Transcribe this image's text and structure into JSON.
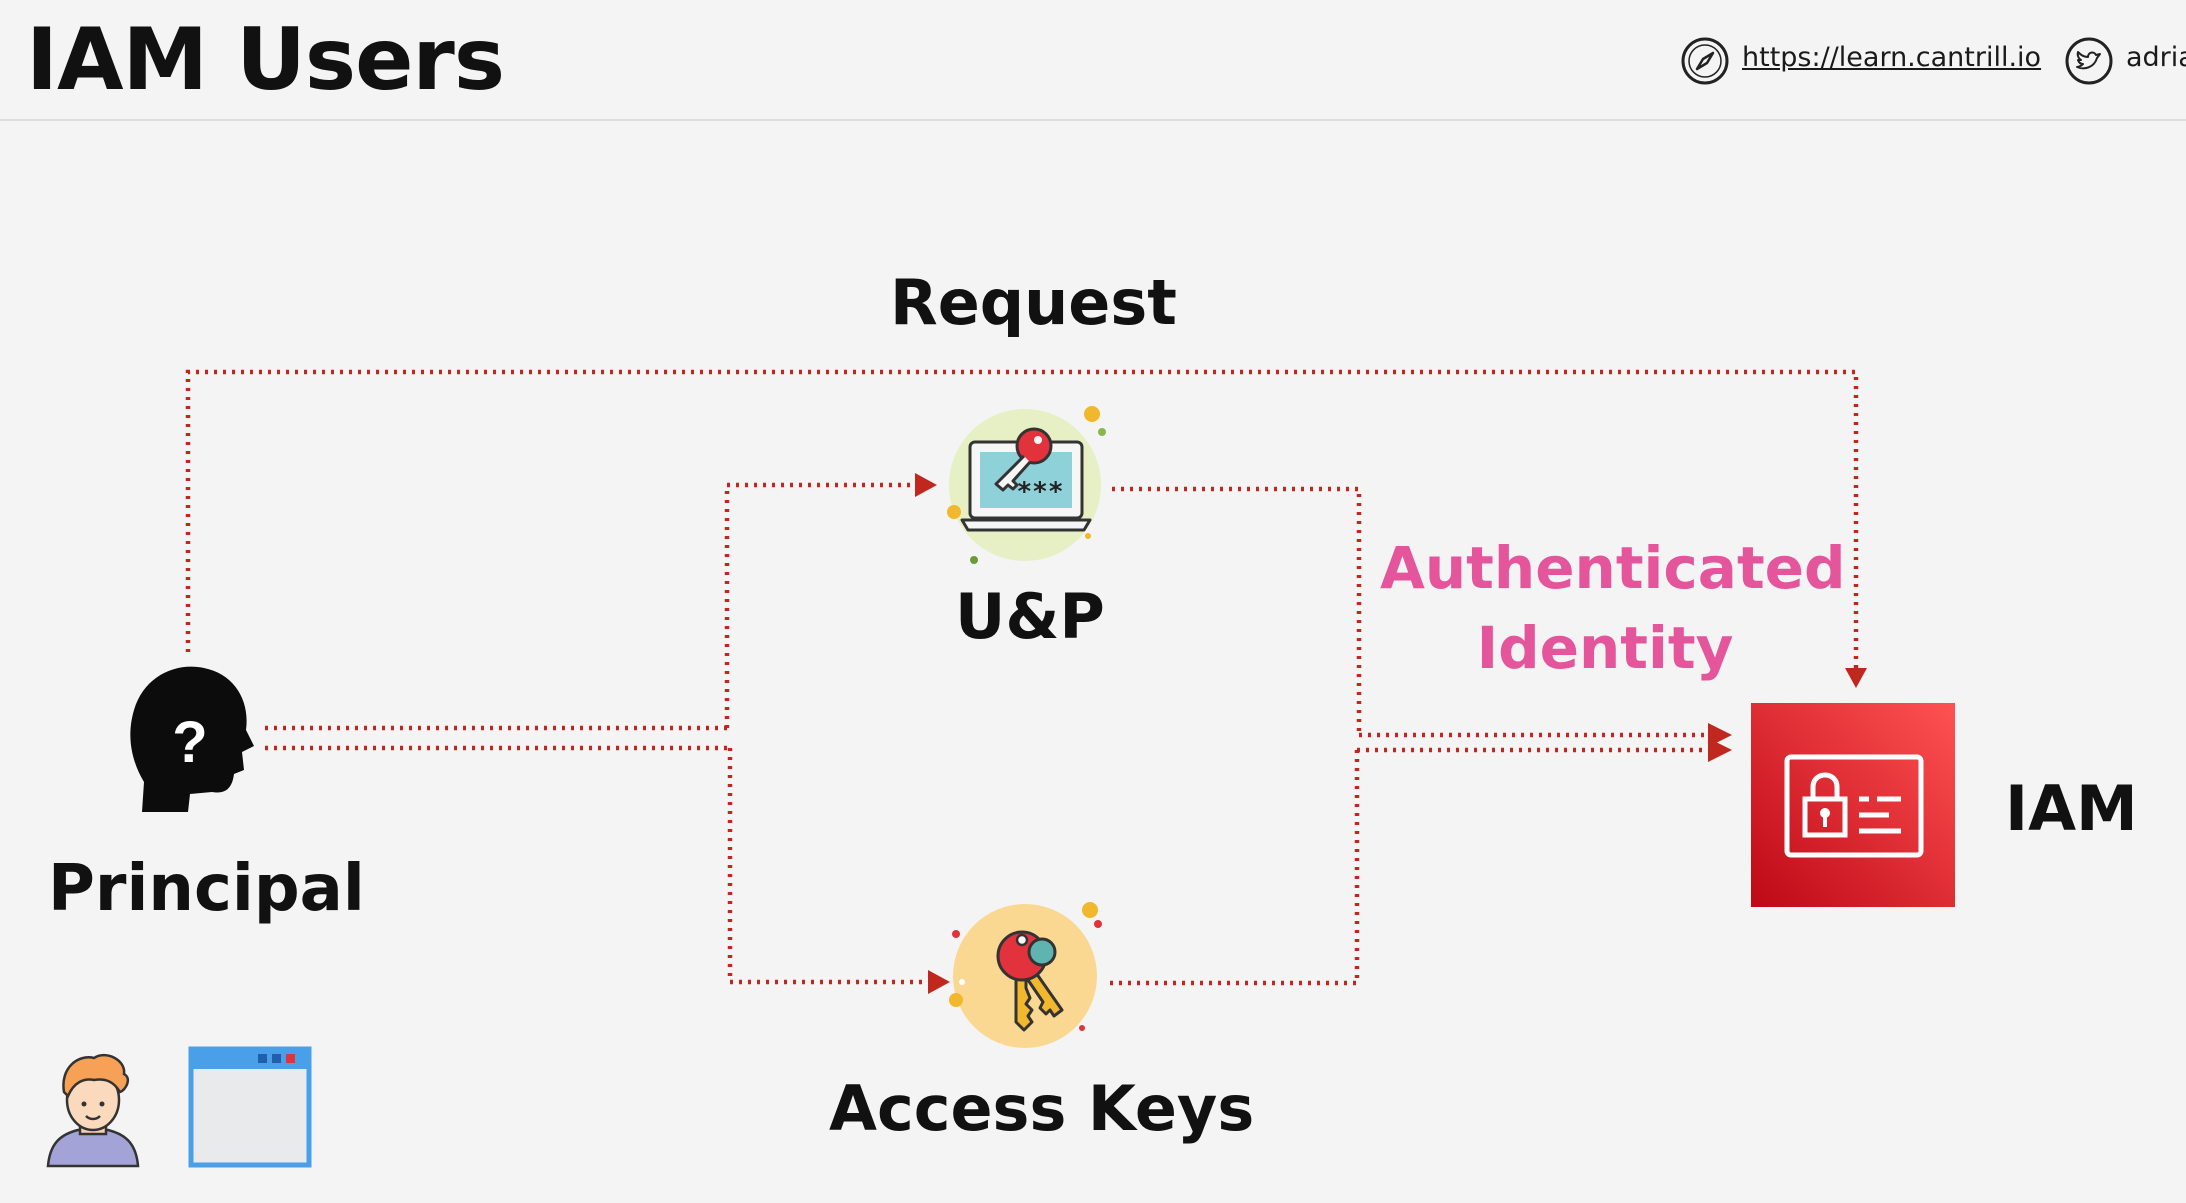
{
  "header": {
    "title": "IAM Users",
    "link": "https://learn.cantrill.io",
    "handle": "adria",
    "icons": [
      "compass-icon",
      "twitter-icon"
    ]
  },
  "diagram": {
    "request_label": "Request",
    "principal_label": "Principal",
    "up_label": "U&P",
    "access_keys_label": "Access Keys",
    "authenticated_label_line1": "Authenticated",
    "authenticated_label_line2": "Identity",
    "iam_label": "IAM",
    "up_icon_text": "***",
    "principal_icon_text": "?"
  },
  "colors": {
    "arrow": "#c0281f",
    "authenticated": "#e4559c",
    "iam_box": "#d6232b",
    "background": "#f4f4f4"
  }
}
